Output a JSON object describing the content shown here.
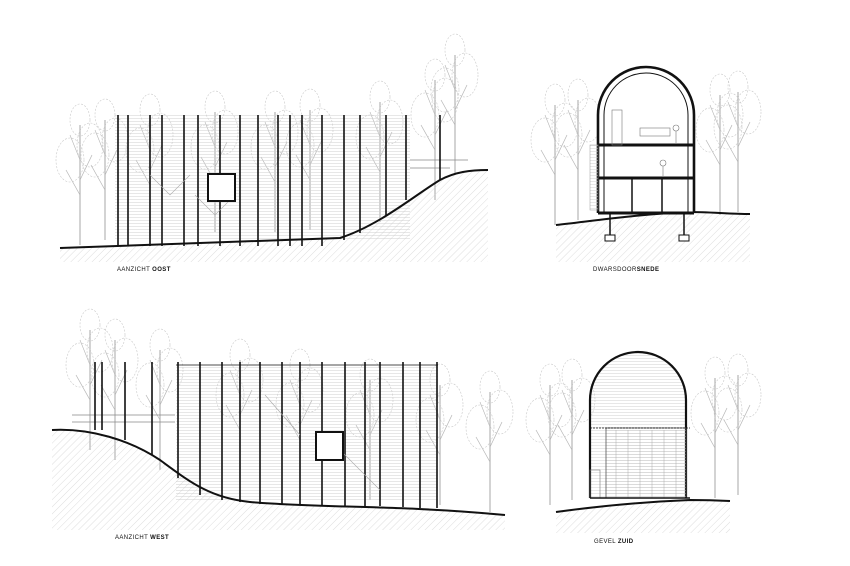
{
  "captions": {
    "east": {
      "light": "AANZICHT ",
      "bold": "OOST"
    },
    "section": {
      "light": "DWARSDOOR",
      "bold": "SNEDE"
    },
    "west": {
      "light": "AANZICHT ",
      "bold": "WEST"
    },
    "south": {
      "light": "GEVEL ",
      "bold": "ZUID"
    }
  },
  "colors": {
    "ink": "#111111",
    "tree": "#b5b5b5",
    "hatch": "#cfcfcf",
    "facade": "#8a8a8a"
  }
}
